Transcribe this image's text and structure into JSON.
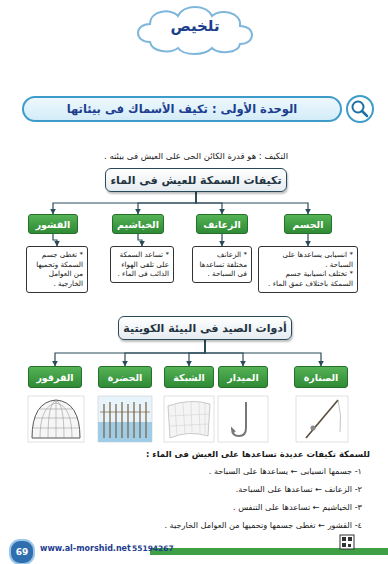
{
  "diagram": {
    "title": "تلخيص",
    "nodes": [
      {
        "text": [
          "الوحدة الأولى : تكيف الأسماك فى بيئاتها"
        ]
      },
      {
        "text": [
          "تكيفات السمكة للعيش فى الماء"
        ]
      },
      {
        "text": [
          "الجسم"
        ]
      },
      {
        "text": [
          "الزعانف"
        ]
      },
      {
        "text": [
          "الخياشيم"
        ]
      },
      {
        "text": [
          "القشور"
        ]
      },
      {
        "text": [
          "* انسيابى يساعدها على السباحة .",
          "* تختلف انسيابية جسم السمكة باختلاف عمق الماء ."
        ]
      },
      {
        "text": [
          "* الزعانف مختلفة تساعدها فى السباحة ."
        ]
      },
      {
        "text": [
          "* تساعد السمكة على تلقى الهواء الذائب فى الماء ."
        ]
      },
      {
        "text": [
          "* تغطى جسم السمكة وتحميها من العوامل الخارجية ."
        ]
      },
      {
        "text": [
          "أدوات الصيد فى البيئة الكويتية"
        ]
      },
      {
        "text": [
          "الصنارة"
        ]
      },
      {
        "text": [
          "الميدار"
        ]
      },
      {
        "text": [
          "الشبكة"
        ]
      },
      {
        "text": [
          "الحضرة"
        ]
      },
      {
        "text": [
          "القرقور"
        ]
      }
    ],
    "edges": [
      {
        "from": 1,
        "to": 2,
        "arrow": "to"
      },
      {
        "from": 1,
        "to": 3,
        "arrow": "to"
      },
      {
        "from": 1,
        "to": 4,
        "arrow": "to"
      },
      {
        "from": 1,
        "to": 5,
        "arrow": "to"
      },
      {
        "from": 2,
        "to": 6,
        "arrow": "to"
      },
      {
        "from": 3,
        "to": 7,
        "arrow": "to"
      },
      {
        "from": 4,
        "to": 8,
        "arrow": "to"
      },
      {
        "from": 5,
        "to": 9,
        "arrow": "to"
      },
      {
        "from": 10,
        "to": 11,
        "arrow": "to"
      },
      {
        "from": 10,
        "to": 12,
        "arrow": "to"
      },
      {
        "from": 10,
        "to": 13,
        "arrow": "to"
      },
      {
        "from": 10,
        "to": 14,
        "arrow": "to"
      },
      {
        "from": 10,
        "to": 15,
        "arrow": "to"
      }
    ],
    "labels": [
      "التكيف : هو قدرة الكائن الحى على العيش فى بيئته .",
      "للسمكة تكيفات عديدة تساعدها على العيش فى الماء :",
      "١- جسمها انسيابى ← يساعدها على السباحة .",
      "٢- الزعانف ← تساعدها على السباحة.",
      "٣- الخياشيم ← تساعدها على التنفس .",
      "٤- القشور ← تغطى جسمها وتحميها من العوامل الخارجية .",
      "www.al-morshid.net",
      "55194267",
      "69"
    ]
  }
}
